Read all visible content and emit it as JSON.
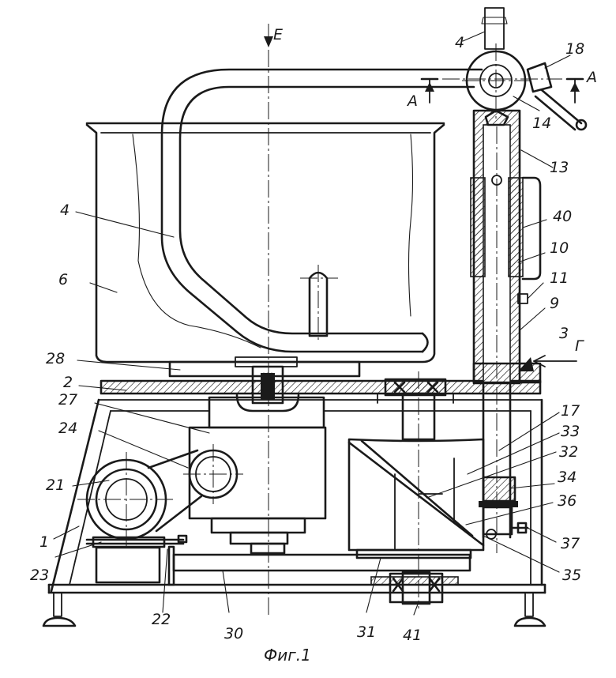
{
  "labels": {
    "view_e": "E",
    "section_a_left": "A",
    "section_a_right": "A",
    "view_g": "Г",
    "n1": "1",
    "n2": "2",
    "n3": "3",
    "n4a": "4",
    "n4b": "4",
    "n6": "6",
    "n9": "9",
    "n10": "10",
    "n11": "11",
    "n13": "13",
    "n14": "14",
    "n17": "17",
    "n18": "18",
    "n21": "21",
    "n22": "22",
    "n23": "23",
    "n24": "24",
    "n27": "27",
    "n28": "28",
    "n30": "30",
    "n31": "31",
    "n32": "32",
    "n33": "33",
    "n34": "34",
    "n35": "35",
    "n36": "36",
    "n37": "37",
    "n40": "40",
    "n41": "41"
  },
  "caption": "Фиг.1"
}
